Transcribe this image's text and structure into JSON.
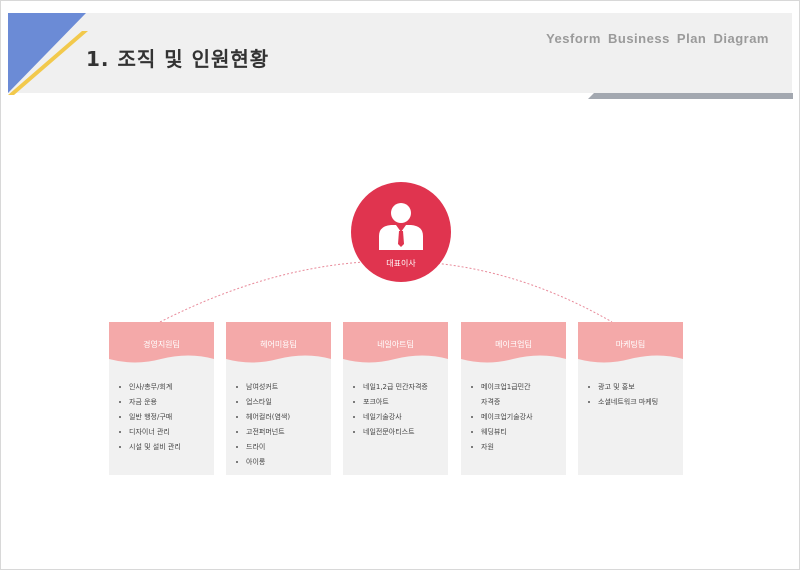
{
  "header": {
    "title": "1. 조직 및 인원현황",
    "brand": "Yesform Business Plan Diagram",
    "accent_color": "#6b8bd6",
    "stripe_color": "#f2c94c"
  },
  "ceo": {
    "label": "대표이사",
    "icon": "person-suit-icon",
    "color": "#e0344f"
  },
  "teams": [
    {
      "name": "경영지원팀",
      "items": [
        "인사/총무/회계",
        "자금 운용",
        "일반 행정/구매",
        "디자이너 관리",
        "시설 및 설비 관리"
      ]
    },
    {
      "name": "헤어미용팀",
      "items": [
        "남여성커트",
        "업스타일",
        "헤어컬러(염색)",
        "고전퍼머넌트",
        "드라이",
        "아이롱"
      ]
    },
    {
      "name": "네일아트팀",
      "items": [
        "네일1,2급 민간자격증",
        "포크아트",
        "네일기술강사",
        "네일전문아티스트"
      ]
    },
    {
      "name": "메이크업팀",
      "items": [
        "메이크업1급민간",
        "자격증",
        "메이크업기술강사",
        "웨딩뷰티",
        "자원"
      ]
    },
    {
      "name": "마케팅팀",
      "items": [
        "광고 및 홍보",
        "소셜네트워크 마케팅"
      ]
    }
  ],
  "colors": {
    "team_header": "#f4a9a9",
    "connector": "#e88a9a"
  }
}
